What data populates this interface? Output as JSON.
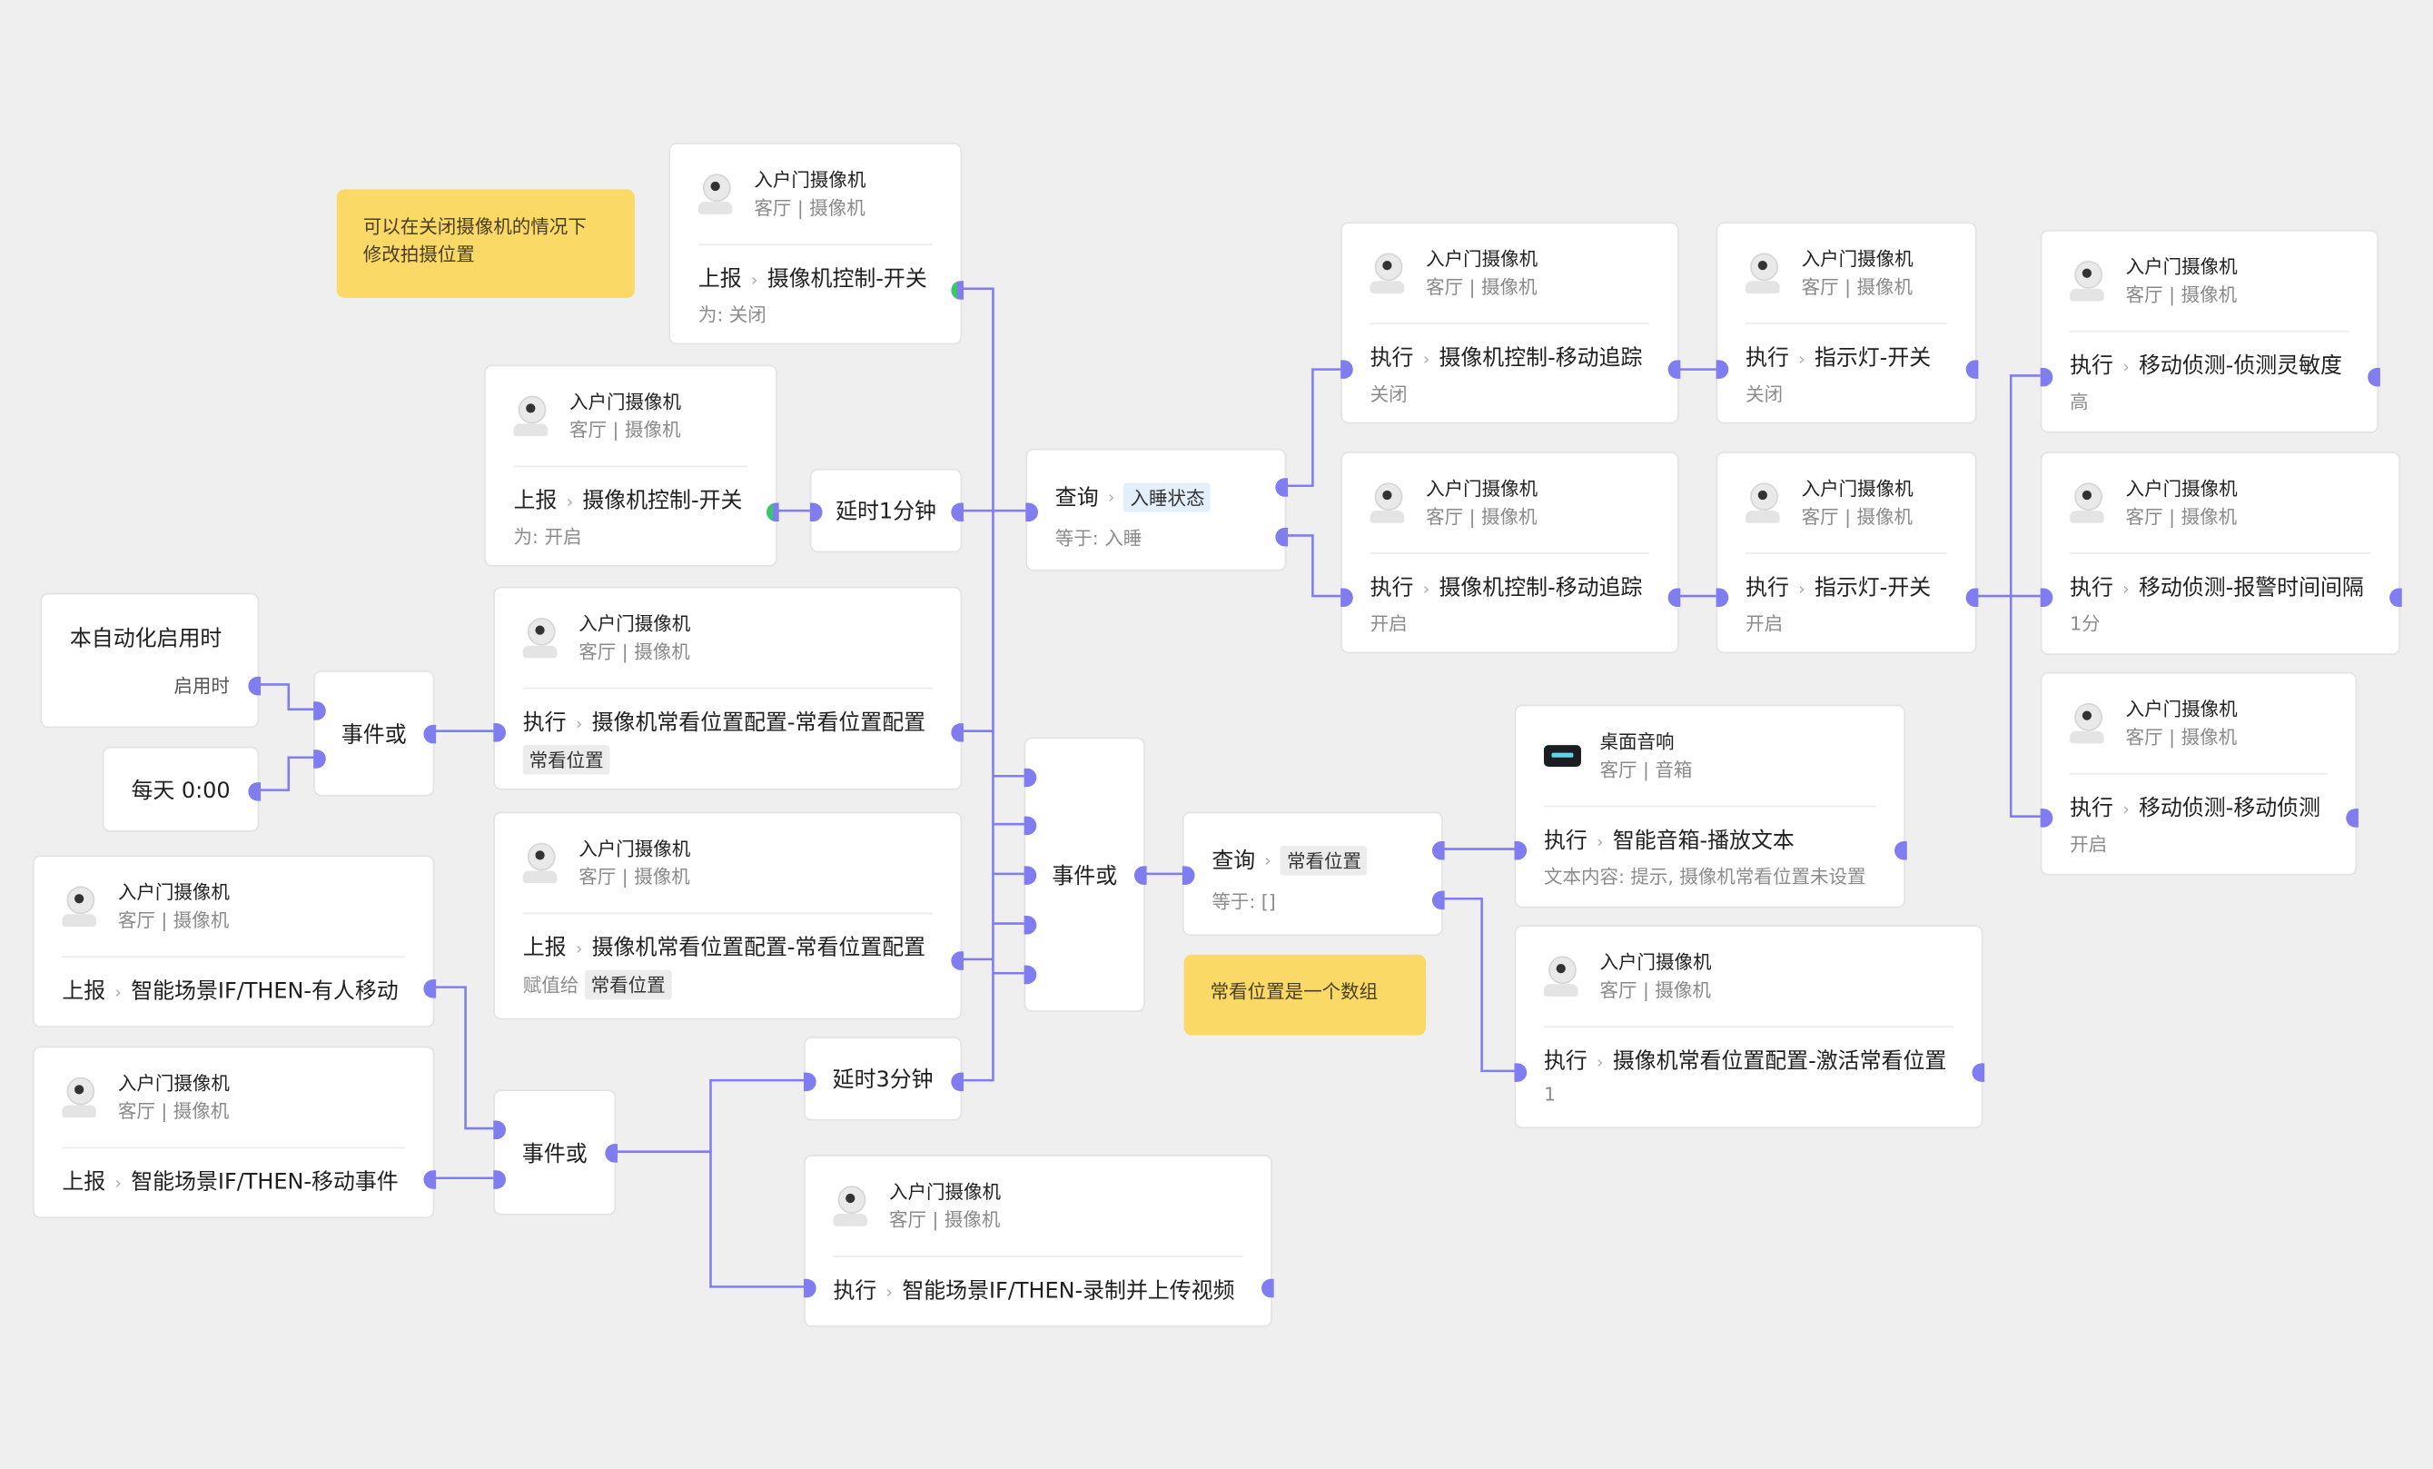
{
  "device": {
    "camera": "入户门摄像机",
    "camera_room": "客厅 | 摄像机",
    "speaker": "桌面音响",
    "speaker_room": "客厅 | 音箱"
  },
  "labels": {
    "report": "上报",
    "exec": "执行",
    "query": "查询"
  },
  "nodes": {
    "report_off": {
      "action": "摄像机控制-开关",
      "detail": "为: 关闭"
    },
    "report_on": {
      "action": "摄像机控制-开关",
      "detail": "为: 开启"
    },
    "delay1": {
      "text": "延时1分钟"
    },
    "query_sleep": {
      "tag": "入睡状态",
      "detail": "等于: 入睡"
    },
    "auto_start": {
      "title": "本自动化启用时",
      "port": "启用时"
    },
    "daily": {
      "text": "每天 0:00"
    },
    "or1": {
      "text": "事件或"
    },
    "exec_fav_config": {
      "action": "摄像机常看位置配置-常看位置配置",
      "tag": "常看位置"
    },
    "report_fav_config": {
      "action": "摄像机常看位置配置-常看位置配置",
      "assign": "赋值给",
      "tag": "常看位置"
    },
    "report_motion_person": {
      "action": "智能场景IF/THEN-有人移动"
    },
    "report_motion_event": {
      "action": "智能场景IF/THEN-移动事件"
    },
    "or2": {
      "text": "事件或"
    },
    "delay3": {
      "text": "延时3分钟"
    },
    "exec_record": {
      "action": "智能场景IF/THEN-录制并上传视频"
    },
    "or3": {
      "text": "事件或"
    },
    "query_fav": {
      "tag": "常看位置",
      "detail": "等于: []"
    },
    "exec_track_off": {
      "action": "摄像机控制-移动追踪",
      "detail": "关闭"
    },
    "exec_track_on": {
      "action": "摄像机控制-移动追踪",
      "detail": "开启"
    },
    "exec_led_off": {
      "action": "指示灯-开关",
      "detail": "关闭"
    },
    "exec_led_on": {
      "action": "指示灯-开关",
      "detail": "开启"
    },
    "exec_sensitivity": {
      "action": "移动侦测-侦测灵敏度",
      "detail": "高"
    },
    "exec_interval": {
      "action": "移动侦测-报警时间间隔",
      "detail": "1分"
    },
    "exec_detect": {
      "action": "移动侦测-移动侦测",
      "detail": "开启"
    },
    "exec_tts": {
      "action": "智能音箱-播放文本",
      "detail": "文本内容: 提示, 摄像机常看位置未设置"
    },
    "exec_activate": {
      "action": "摄像机常看位置配置-激活常看位置",
      "detail": "1"
    }
  },
  "notes": {
    "note1_line1": "可以在关闭摄像机的情况下",
    "note1_line2": "修改拍摄位置",
    "note2": "常看位置是一个数组"
  },
  "colors": {
    "wire": "#7f7df0",
    "note": "#fbd967",
    "port_active": "#38c76b"
  }
}
